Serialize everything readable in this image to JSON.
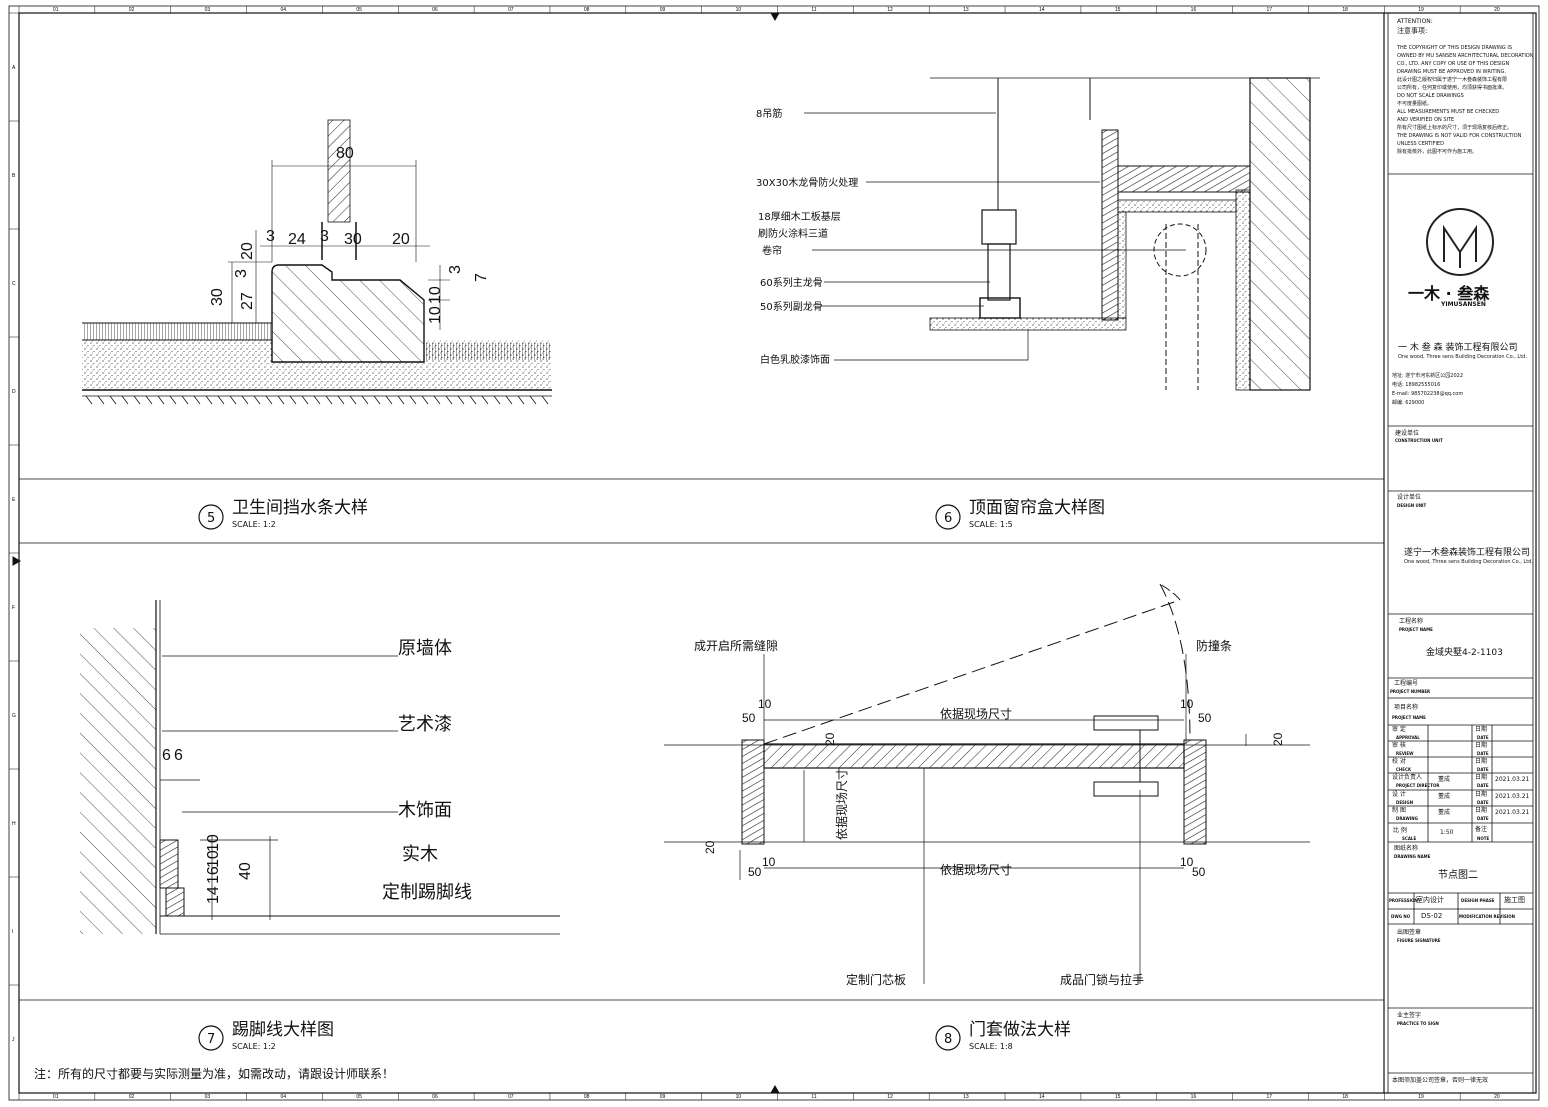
{
  "grid": {
    "cols": [
      "01",
      "02",
      "03",
      "04",
      "05",
      "06",
      "07",
      "08",
      "09",
      "10",
      "11",
      "12",
      "13",
      "14",
      "15",
      "16",
      "17",
      "18",
      "19",
      "20"
    ],
    "rows": [
      "A",
      "B",
      "C",
      "D",
      "E",
      "F",
      "G",
      "H",
      "I",
      "J"
    ]
  },
  "detail5": {
    "number": "5",
    "title": "卫生间挡水条大样",
    "scale": "SCALE: 1:2",
    "dims": [
      "80",
      "3",
      "24",
      "3",
      "30",
      "20",
      "20",
      "3",
      "3",
      "7",
      "30",
      "27",
      "10",
      "10"
    ]
  },
  "detail6": {
    "number": "6",
    "title": "顶面窗帘盒大样图",
    "scale": "SCALE: 1:5",
    "labels": [
      "8吊筋",
      "30X30木龙骨防火处理",
      "18厚细木工板基层",
      "刷防火涂料三道",
      "卷帘",
      "60系列主龙骨",
      "50系列副龙骨",
      "白色乳胶漆饰面"
    ]
  },
  "detail7": {
    "number": "7",
    "title": "踢脚线大样图",
    "scale": "SCALE: 1:2",
    "labels": [
      "原墙体",
      "艺术漆",
      "木饰面",
      "实木",
      "定制踢脚线"
    ],
    "dims": [
      "6",
      "6",
      "10",
      "10",
      "16",
      "14",
      "40"
    ]
  },
  "detail8": {
    "number": "8",
    "title": "门套做法大样",
    "scale": "SCALE: 1:8",
    "labels": [
      "成开启所需缝隙",
      "防撞条",
      "依据现场尺寸",
      "依据现场尺寸",
      "依据现场尺寸",
      "定制门芯板",
      "成品门锁与拉手"
    ],
    "dims": [
      "50",
      "10",
      "20",
      "50",
      "10",
      "20",
      "20",
      "10",
      "50",
      "10",
      "50"
    ]
  },
  "note": "注：所有的尺寸都要与实际测量为准，如需改动，请跟设计师联系！",
  "titleblock": {
    "attention": "ATTENTION:",
    "attention_cn": "注意事项:",
    "notes": [
      "THE COPYRIGHT OF THIS DESIGN DRAWING IS",
      "OWNED BY MU SANSEN ARCHITECTURAL DECORATION",
      "CO., LTD. ANY COPY OR USE OF THIS DESIGN",
      "DRAWING MUST BE APPROVED IN WRITING.",
      "此设计图之版权归属于遂宁一木叁森装饰工程有限",
      "公司所有，任何复印或使用，均须获得书面批准。",
      "DO NOT SCALE DRAWINGS",
      "不可度量图纸。",
      "ALL MEASUREMENTS MUST BE CHECKED",
      "AND VERIFIED ON SITE",
      "所有尺寸图纸上标示的尺寸，须于现场复核后修正。",
      "THE DRAWING IS NOT VALID FOR CONSTRUCTION",
      "UNLESS CERTIFIED",
      "除有批核外，此图不可作为施工用。"
    ],
    "logo_text": "一木 · 叁森",
    "logo_en": "YIMUSANSEN",
    "company": "一 木 叁 森  装饰工程有限公司",
    "company_en": "One wood, Three sens Building Decoration Co., Ltd.",
    "contacts": [
      "地址: 遂宁市河东新区公园2022",
      "电话: 18982555016",
      "E-mail: 985702238@qq.com",
      "邮编: 629000"
    ],
    "construction_unit": "建设单位",
    "construction_unit_en": "CONSTRUCTION UNIT",
    "design_unit": "设计单位",
    "design_unit_en": "DESIGN UNIT",
    "design_company": "遂宁一木叁森装饰工程有限公司",
    "design_company_en": "One wood, Three sens Building Decoration Co., Ltd.",
    "project_name_label": "工程名称",
    "project_name_label_en": "PROJECT NAME",
    "project_name": "金域央墅4-2-1103",
    "project_number_label": "工程编号",
    "project_number_label_en": "PROJECT NUMBER",
    "item_name_label": "项目名称",
    "item_name_label_en": "PROJECT NAME",
    "roles": [
      {
        "cn": "审    定",
        "en": "APPROVAL",
        "name": "",
        "date_cn": "日期",
        "date_en": "DATE",
        "date": ""
      },
      {
        "cn": "审    核",
        "en": "REVIEW",
        "name": "",
        "date_cn": "日期",
        "date_en": "DATE",
        "date": ""
      },
      {
        "cn": "校    对",
        "en": "CHECK",
        "name": "",
        "date_cn": "日期",
        "date_en": "DATE",
        "date": ""
      },
      {
        "cn": "设计负责人",
        "en": "PROJECT DIRECTOR",
        "name": "董成",
        "date_cn": "日期",
        "date_en": "DATE",
        "date": "2021.03.21"
      },
      {
        "cn": "设    计",
        "en": "DESIGN",
        "name": "董成",
        "date_cn": "日期",
        "date_en": "DATE",
        "date": "2021.03.21"
      },
      {
        "cn": "制    图",
        "en": "DRAWING",
        "name": "董成",
        "date_cn": "日期",
        "date_en": "DATE",
        "date": "2021.03.21"
      }
    ],
    "scale_label": "比    例",
    "scale_label_en": "SCALE",
    "scale_value": "1:50",
    "note_label": "备注",
    "note_label_en": "NOTE",
    "drawing_name_label": "图纸名称",
    "drawing_name_label_en": "DRAWING NAME",
    "drawing_name": "节点图二",
    "profession_label": "PROFESSION",
    "profession": "室内设计",
    "phase_label": "DESIGN PHASE",
    "phase": "施工图",
    "dwg_no_label": "DWG NO",
    "dwg_no": "DS-02",
    "revision_label": "MODIFICATION REVISION",
    "figure_signature": "出图签章",
    "figure_signature_en": "FIGURE SIGNATURE",
    "owner_sign": "业主签字",
    "owner_sign_en": "PRACTICE TO SIGN",
    "footer": "本图须加盖公司签章，否则一律无效"
  }
}
